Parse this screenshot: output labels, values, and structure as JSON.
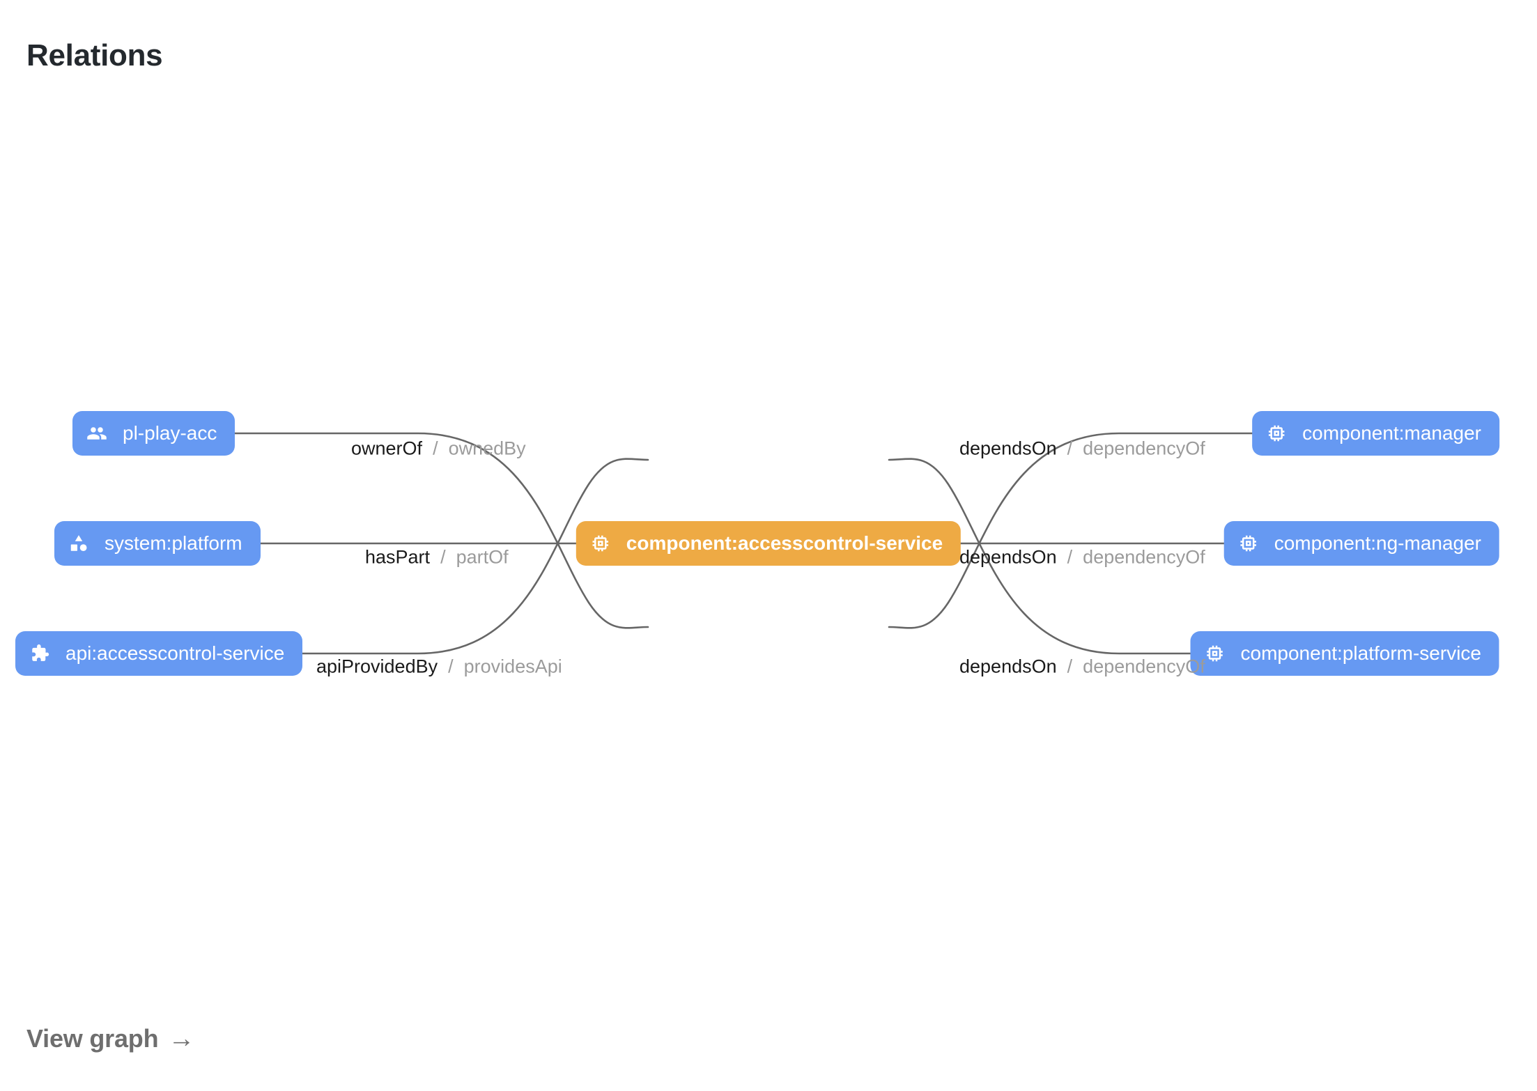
{
  "header": {
    "title": "Relations"
  },
  "footer": {
    "view_graph_label": "View graph",
    "arrow_glyph": "→"
  },
  "colors": {
    "node_default": "#6699f2",
    "node_focused": "#eeaa44",
    "node_text": "#ffffff",
    "edge_stroke": "#666666",
    "label_primary": "#1a1a1a",
    "label_secondary": "#9b9b9b",
    "title": "#24292e",
    "link": "#6e6e6e",
    "background": "#ffffff"
  },
  "graph": {
    "center_node": {
      "id": "component:accesscontrol-service",
      "label": "component:accesscontrol-service",
      "icon": "memory-chip-icon",
      "kind": "component",
      "focused": true
    },
    "left_nodes": [
      {
        "id": "pl-play-acc",
        "label": "pl-play-acc",
        "icon": "group-people-icon",
        "kind": "group"
      },
      {
        "id": "system:platform",
        "label": "system:platform",
        "icon": "category-shapes-icon",
        "kind": "system"
      },
      {
        "id": "api:accesscontrol-service",
        "label": "api:accesscontrol-service",
        "icon": "puzzle-extension-icon",
        "kind": "api"
      }
    ],
    "right_nodes": [
      {
        "id": "component:manager",
        "label": "component:manager",
        "icon": "memory-chip-icon",
        "kind": "component"
      },
      {
        "id": "component:ng-manager",
        "label": "component:ng-manager",
        "icon": "memory-chip-icon",
        "kind": "component"
      },
      {
        "id": "component:platform-service",
        "label": "component:platform-service",
        "icon": "memory-chip-icon",
        "kind": "component"
      }
    ],
    "edges": [
      {
        "side": "left",
        "from": "pl-play-acc",
        "to": "component:accesscontrol-service",
        "forward": "ownerOf",
        "separator": "/",
        "reverse": "ownedBy"
      },
      {
        "side": "left",
        "from": "system:platform",
        "to": "component:accesscontrol-service",
        "forward": "hasPart",
        "separator": "/",
        "reverse": "partOf"
      },
      {
        "side": "left",
        "from": "api:accesscontrol-service",
        "to": "component:accesscontrol-service",
        "forward": "apiProvidedBy",
        "separator": "/",
        "reverse": "providesApi"
      },
      {
        "side": "right",
        "from": "component:accesscontrol-service",
        "to": "component:manager",
        "forward": "dependsOn",
        "separator": "/",
        "reverse": "dependencyOf"
      },
      {
        "side": "right",
        "from": "component:accesscontrol-service",
        "to": "component:ng-manager",
        "forward": "dependsOn",
        "separator": "/",
        "reverse": "dependencyOf"
      },
      {
        "side": "right",
        "from": "component:accesscontrol-service",
        "to": "component:platform-service",
        "forward": "dependsOn",
        "separator": "/",
        "reverse": "dependencyOf"
      }
    ]
  }
}
